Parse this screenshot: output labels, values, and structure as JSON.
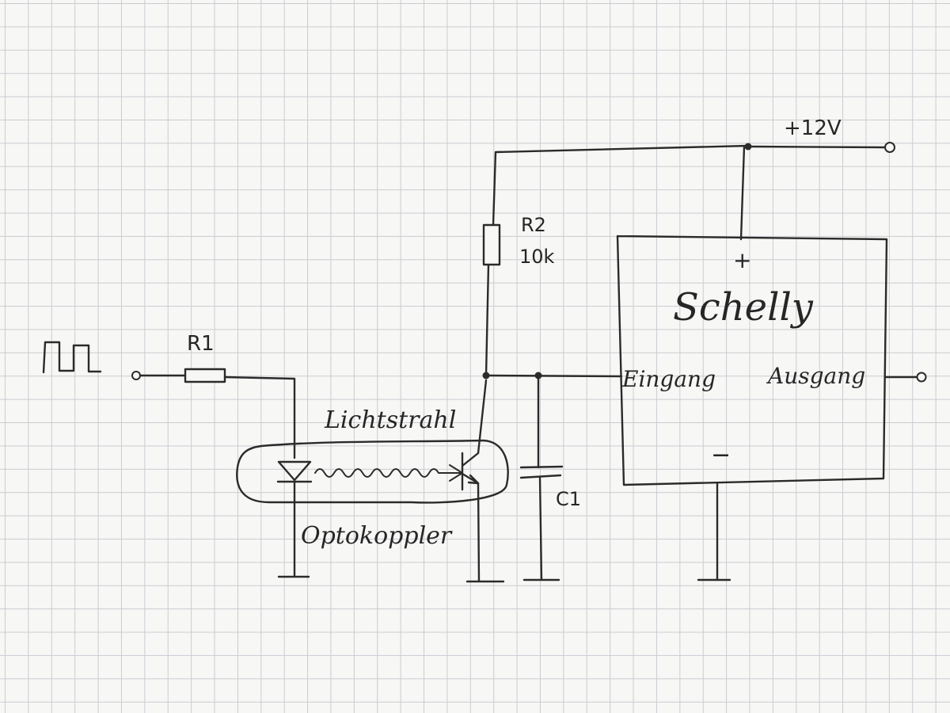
{
  "labels": {
    "supply": "+12V",
    "r1": "R1",
    "r2": "R2",
    "r2_value": "10k",
    "c1": "C1",
    "light_beam": "Lichtstrahl",
    "optocoupler": "Optokoppler",
    "block_name": "Schelly",
    "input": "Eingang",
    "output": "Ausgang",
    "plus": "+",
    "minus": "−"
  },
  "colors": {
    "ink": "#2b2b2b",
    "grid": "#c9ccd1",
    "paper": "#f7f7f5"
  }
}
